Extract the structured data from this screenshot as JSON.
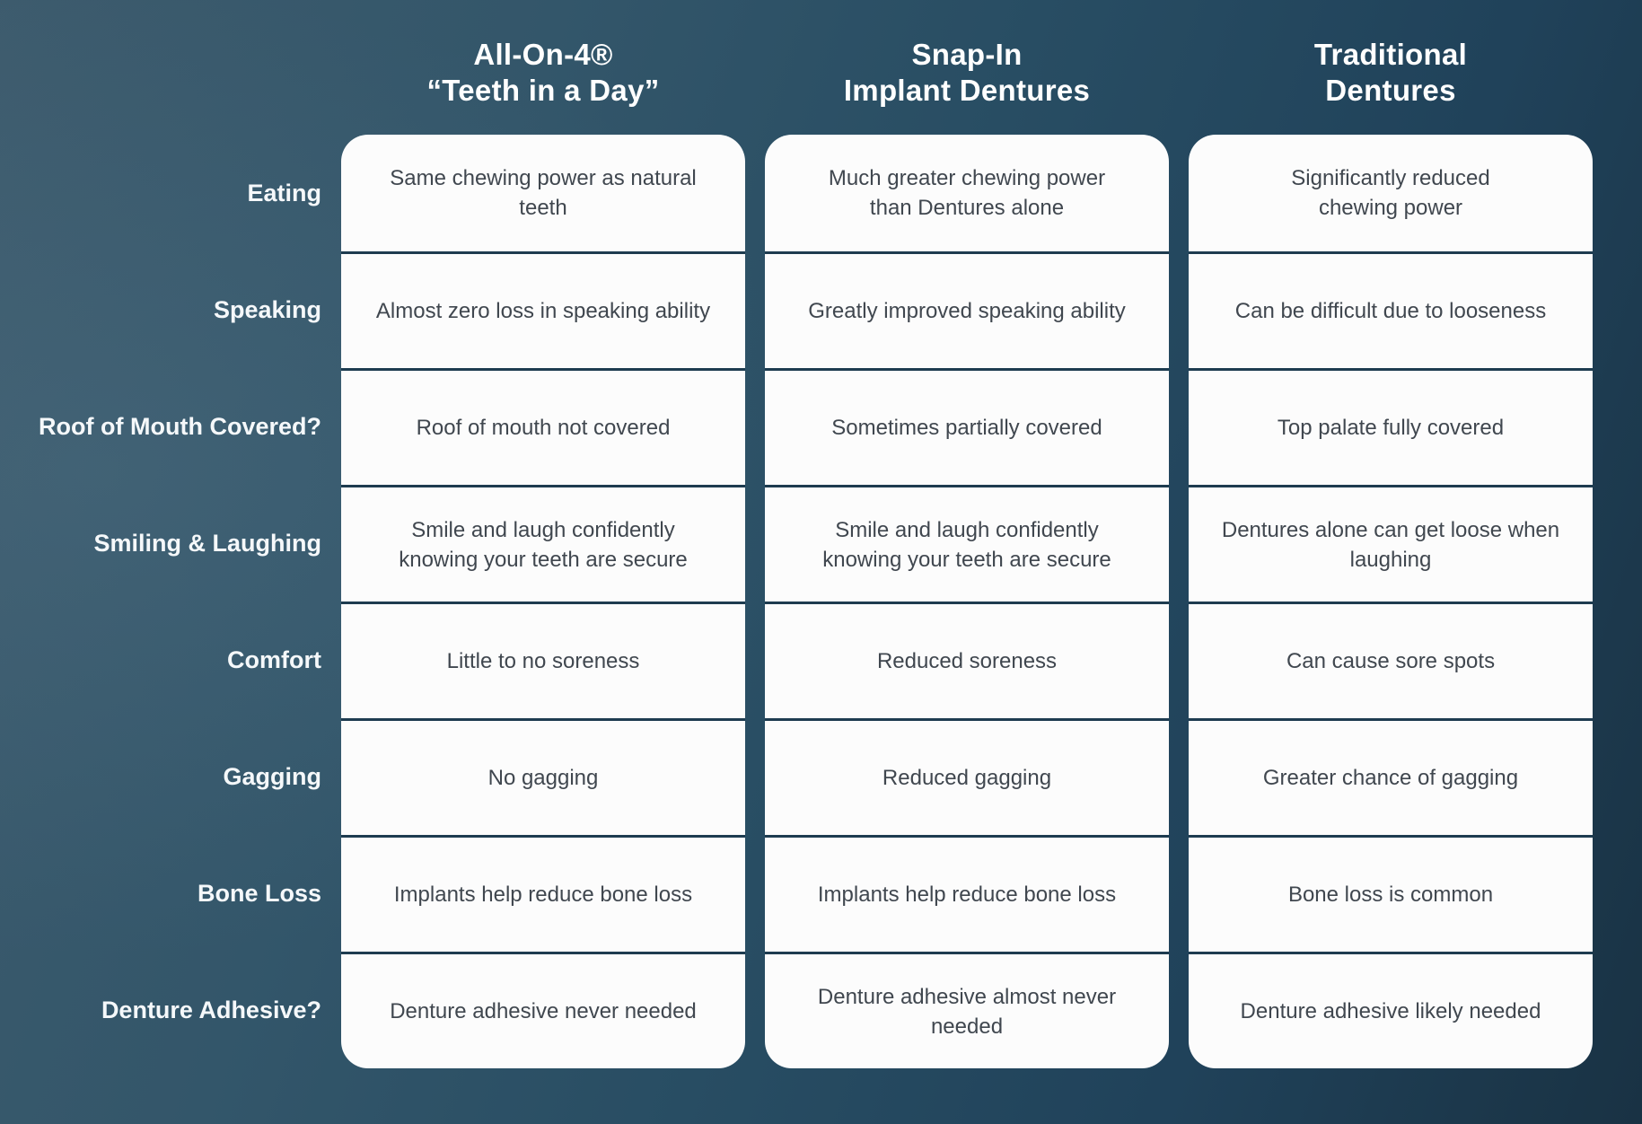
{
  "row_labels": [
    "Eating",
    "Speaking",
    "Roof of Mouth Covered?",
    "Smiling & Laughing",
    "Comfort",
    "Gagging",
    "Bone Loss",
    "Denture Adhesive?"
  ],
  "columns": [
    {
      "title_line1": "All-On-4®",
      "title_line2": "“Teeth in a Day”",
      "cells": [
        "Same chewing power as natural\nteeth",
        "Almost zero loss in speaking ability",
        "Roof of mouth not covered",
        "Smile and laugh confidently\nknowing your teeth are secure",
        "Little to no soreness",
        "No gagging",
        "Implants help reduce bone loss",
        "Denture adhesive never needed"
      ]
    },
    {
      "title_line1": "Snap-In",
      "title_line2": "Implant Dentures",
      "cells": [
        "Much greater chewing power\nthan Dentures alone",
        "Greatly improved speaking ability",
        "Sometimes partially covered",
        "Smile and laugh confidently\nknowing your teeth are secure",
        "Reduced soreness",
        "Reduced gagging",
        "Implants help reduce bone loss",
        "Denture adhesive almost never\nneeded"
      ]
    },
    {
      "title_line1": "Traditional",
      "title_line2": "Dentures",
      "cells": [
        "Significantly reduced\nchewing power",
        "Can be difficult due to looseness",
        "Top palate fully covered",
        "Dentures alone can get loose when\nlaughing",
        "Can cause sore spots",
        "Greater chance of gagging",
        "Bone loss is common",
        "Denture adhesive likely needed"
      ]
    }
  ],
  "colors": {
    "background_top_left": "#3d5b6d",
    "background_bottom_right": "#193244",
    "card_background": "#fcfcfc",
    "divider": "#1e3c50",
    "header_text": "#ffffff",
    "label_text": "#f5f8fa",
    "cell_text": "#40474f"
  },
  "chart_data": {
    "type": "table",
    "title": "",
    "columns": [
      "All-On-4® “Teeth in a Day”",
      "Snap-In Implant Dentures",
      "Traditional Dentures"
    ],
    "rows": [
      "Eating",
      "Speaking",
      "Roof of Mouth Covered?",
      "Smiling & Laughing",
      "Comfort",
      "Gagging",
      "Bone Loss",
      "Denture Adhesive?"
    ],
    "values": [
      [
        "Same chewing power as natural teeth",
        "Much greater chewing power than Dentures alone",
        "Significantly reduced chewing power"
      ],
      [
        "Almost zero loss in speaking ability",
        "Greatly improved speaking ability",
        "Can be difficult due to looseness"
      ],
      [
        "Roof of mouth not covered",
        "Sometimes partially covered",
        "Top palate fully covered"
      ],
      [
        "Smile and laugh confidently knowing your teeth are secure",
        "Smile and laugh confidently knowing your teeth are secure",
        "Dentures alone can get loose when laughing"
      ],
      [
        "Little to no soreness",
        "Reduced soreness",
        "Can cause sore spots"
      ],
      [
        "No gagging",
        "Reduced gagging",
        "Greater chance of gagging"
      ],
      [
        "Implants help reduce bone loss",
        "Implants help reduce bone loss",
        "Bone loss is common"
      ],
      [
        "Denture adhesive never needed",
        "Denture adhesive almost never needed",
        "Denture adhesive likely needed"
      ]
    ],
    "legend_position": "none",
    "grid": "off"
  }
}
